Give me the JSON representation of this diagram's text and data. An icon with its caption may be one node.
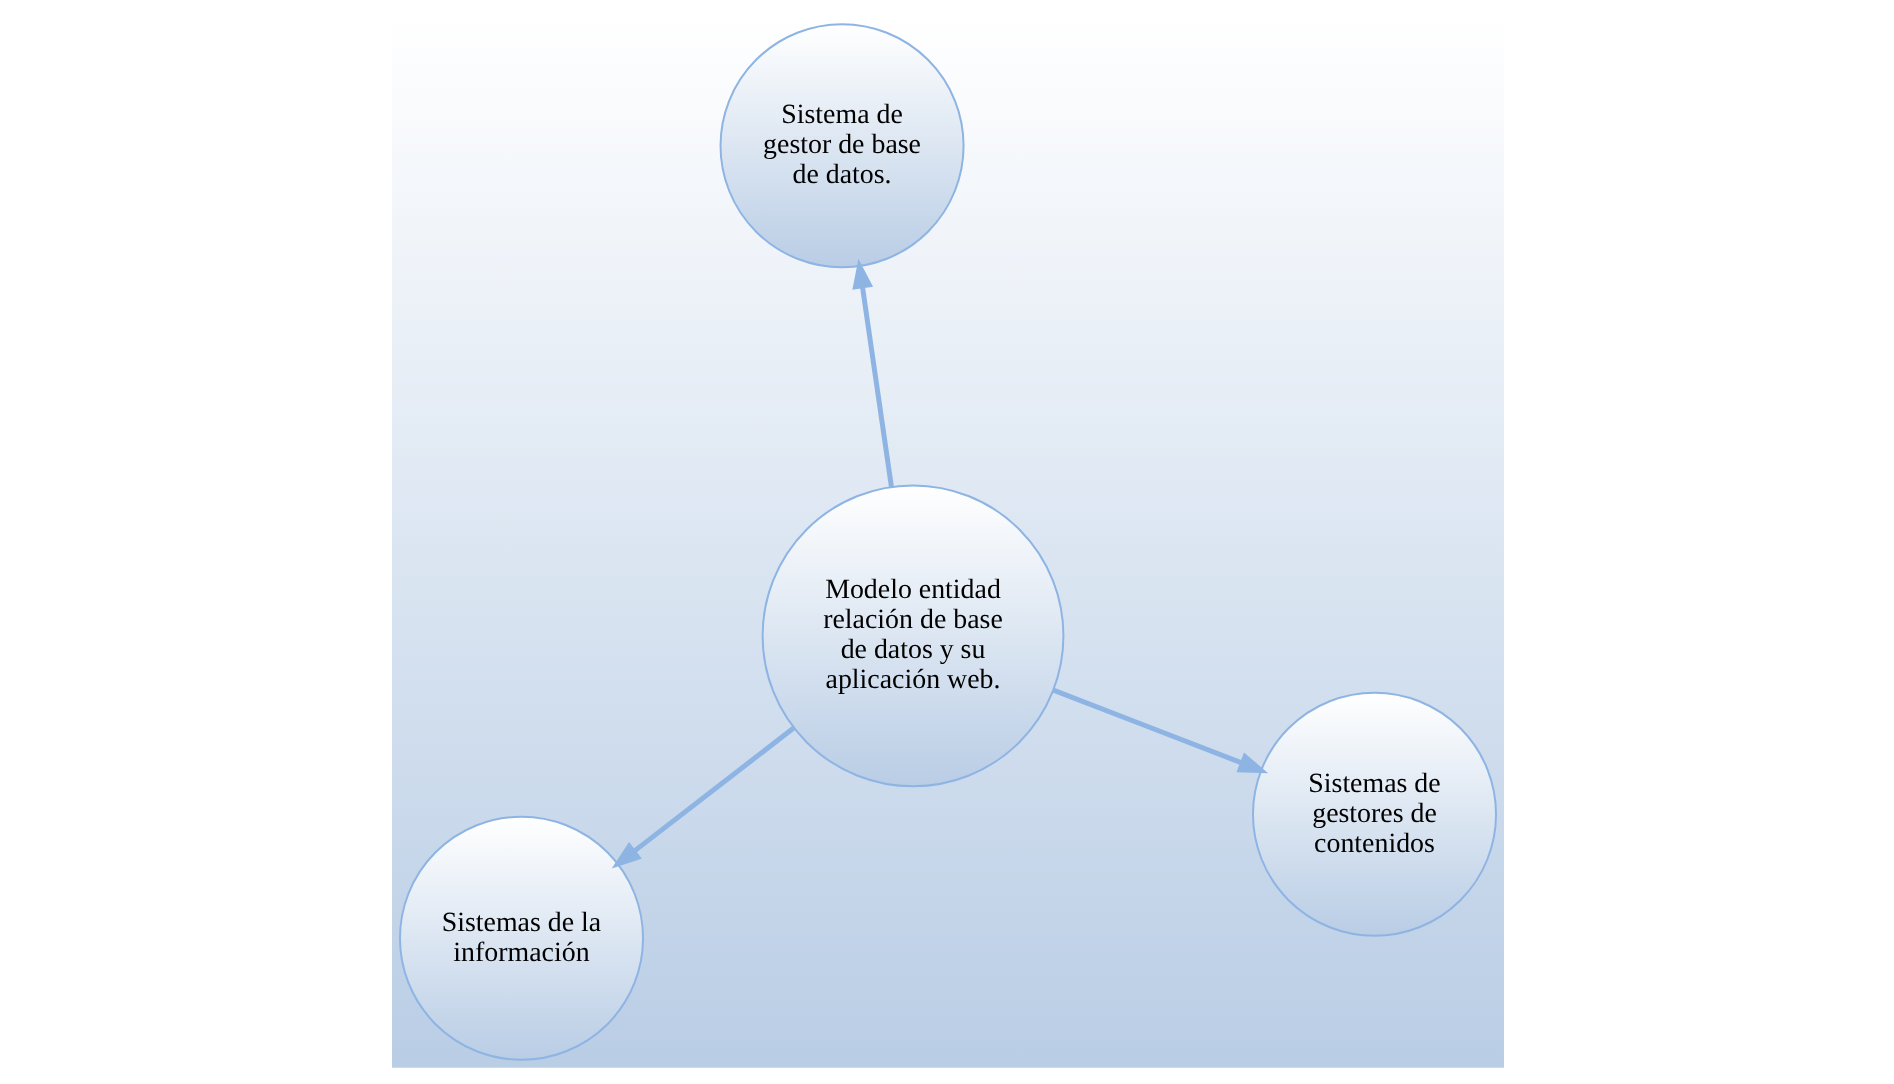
{
  "diagram": {
    "nodes": [
      {
        "text": [
          "Sistemas de la información"
        ]
      },
      {
        "text": [
          "Sistemas de gestores de contenidos"
        ]
      },
      {
        "text": [
          "Modelo entidad relación de base de datos y su aplicación web."
        ]
      },
      {
        "text": [
          "Sistema de gestor de base de datos."
        ]
      }
    ],
    "edges": [
      {
        "from": 2,
        "to": 1,
        "arrow": "to"
      },
      {
        "from": 2,
        "to": 0,
        "arrow": "to"
      },
      {
        "from": 2,
        "to": 3,
        "arrow": "to"
      }
    ]
  }
}
